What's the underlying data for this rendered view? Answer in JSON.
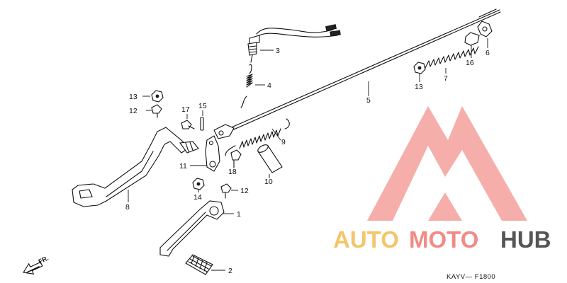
{
  "diagram": {
    "callouts": [
      {
        "id": "c1",
        "text": "1"
      },
      {
        "id": "c2",
        "text": "2"
      },
      {
        "id": "c3",
        "text": "3"
      },
      {
        "id": "c4",
        "text": "4"
      },
      {
        "id": "c5",
        "text": "5"
      },
      {
        "id": "c6",
        "text": "6"
      },
      {
        "id": "c7",
        "text": "7"
      },
      {
        "id": "c8",
        "text": "8"
      },
      {
        "id": "c9",
        "text": "9"
      },
      {
        "id": "c10",
        "text": "10"
      },
      {
        "id": "c11",
        "text": "11"
      },
      {
        "id": "c12a",
        "text": "12"
      },
      {
        "id": "c12b",
        "text": "12"
      },
      {
        "id": "c13a",
        "text": "13"
      },
      {
        "id": "c13b",
        "text": "13"
      },
      {
        "id": "c14",
        "text": "14"
      },
      {
        "id": "c15",
        "text": "15"
      },
      {
        "id": "c16",
        "text": "16"
      },
      {
        "id": "c17",
        "text": "17"
      },
      {
        "id": "c18",
        "text": "18"
      }
    ],
    "diagram_code": "KAYV— F1800",
    "direction_label": "FR."
  },
  "watermark": {
    "part1": "AUTO",
    "part2": "MOTO",
    "part3": "HUB",
    "colors": {
      "auto": "#f5c56a",
      "moto": "#f28b86",
      "hub": "#555555",
      "logo": "#f5a09c"
    }
  }
}
